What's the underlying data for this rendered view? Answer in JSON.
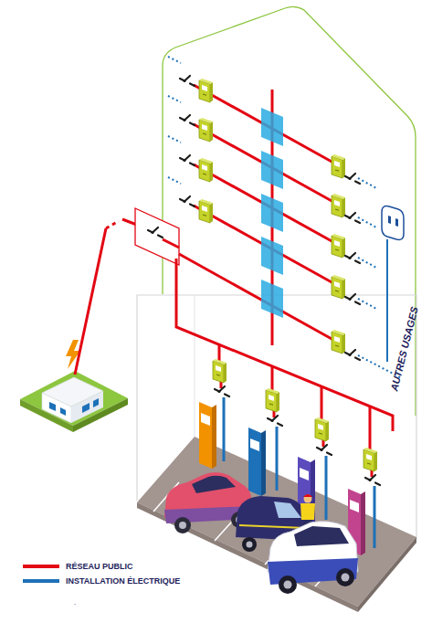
{
  "diagram": {
    "labels": [
      "AUTRES USAGES",
      "."
    ],
    "legend": [
      {
        "text": "RÉSEAU PUBLIC",
        "color": "#e30613"
      },
      {
        "text": "INSTALLATION ÉLECTRIQUE",
        "color": "#1d71b8"
      }
    ]
  }
}
